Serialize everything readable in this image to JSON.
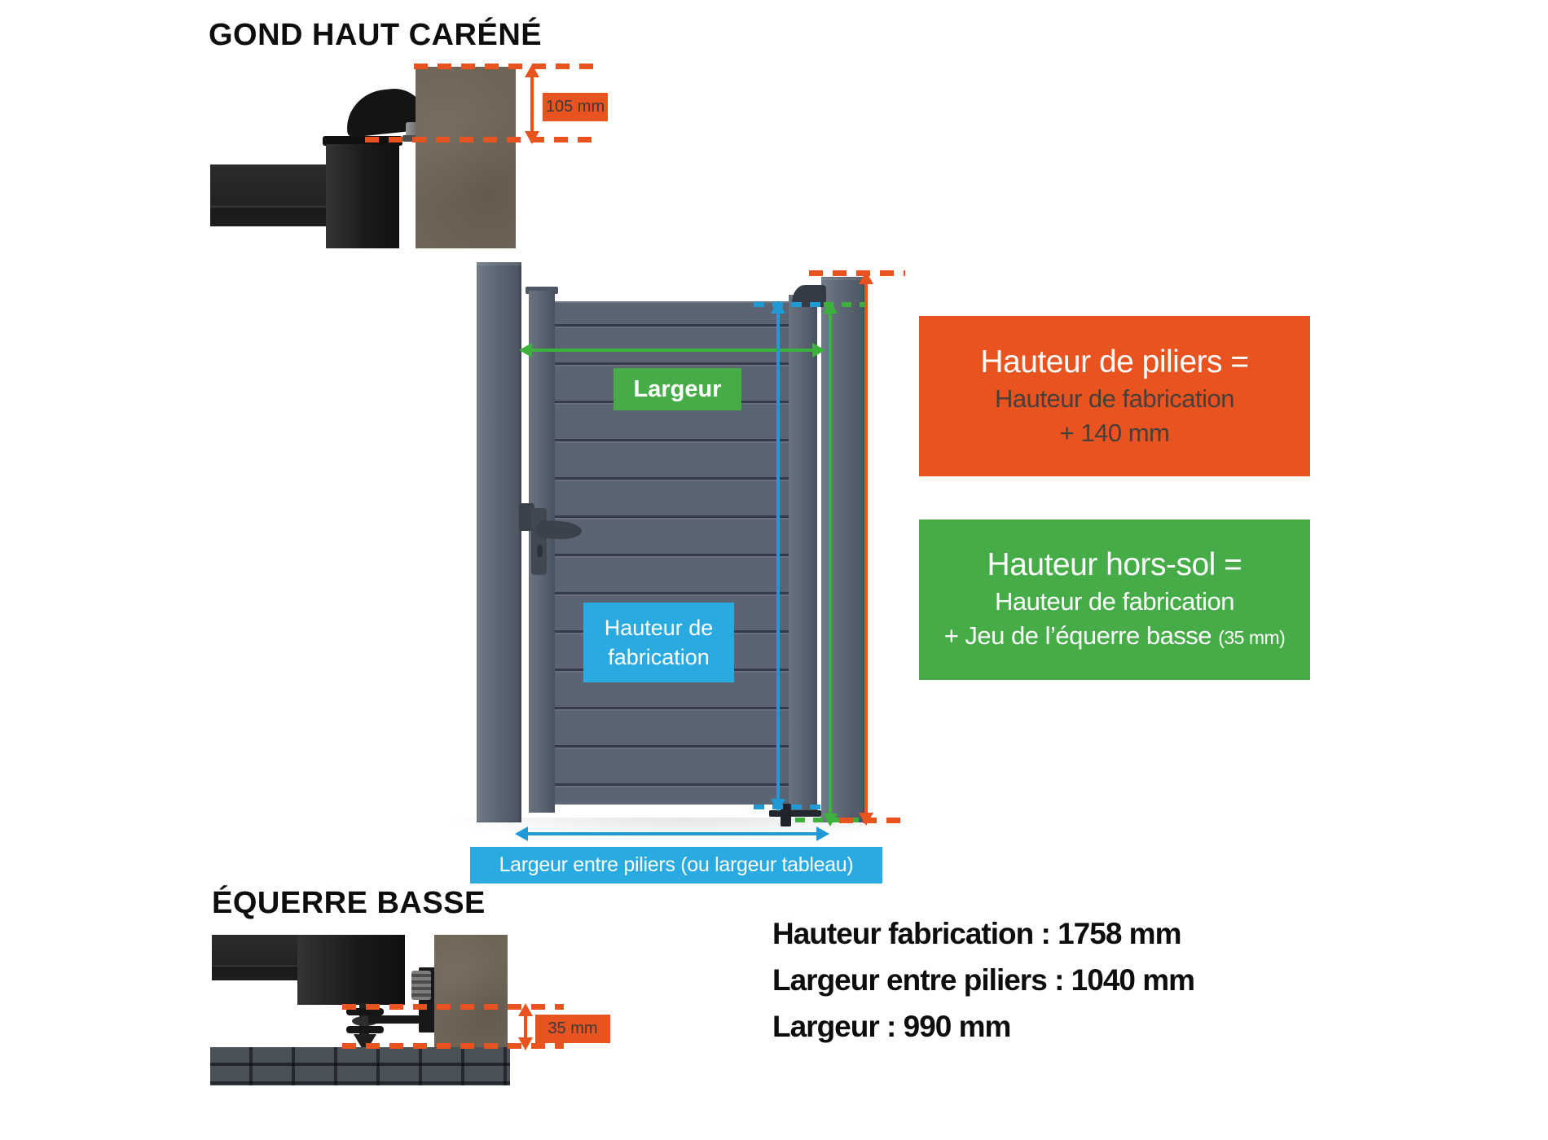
{
  "gond_haut": {
    "title": "GOND HAUT CARÉNÉ",
    "dimension": "105 mm"
  },
  "equerre_basse": {
    "title": "ÉQUERRE BASSE",
    "dimension": "35 mm"
  },
  "gate": {
    "width_tag": "Largeur",
    "height_tag_line1": "Hauteur de",
    "height_tag_line2": "fabrication",
    "between_pillars_tag": "Largeur entre piliers (ou largeur tableau)"
  },
  "pillar_height_box": {
    "title": "Hauteur de piliers =",
    "line2": "Hauteur de fabrication",
    "line3": "+ 140 mm"
  },
  "above_ground_box": {
    "title": "Hauteur hors-sol =",
    "line2": "Hauteur de fabrication",
    "line3": "+ Jeu de l’équerre basse",
    "line3_note": "(35 mm)"
  },
  "specs": {
    "height": "Hauteur fabrication : 1758 mm",
    "width_between_pillars": "Largeur entre piliers : 1040 mm",
    "width": "Largeur : 990 mm"
  },
  "colors": {
    "orange": "#E8531F",
    "green": "#46AC47",
    "blue": "#29ABE2",
    "gate_gray": "#5B6472",
    "pillar_brown": "#6F6557"
  }
}
